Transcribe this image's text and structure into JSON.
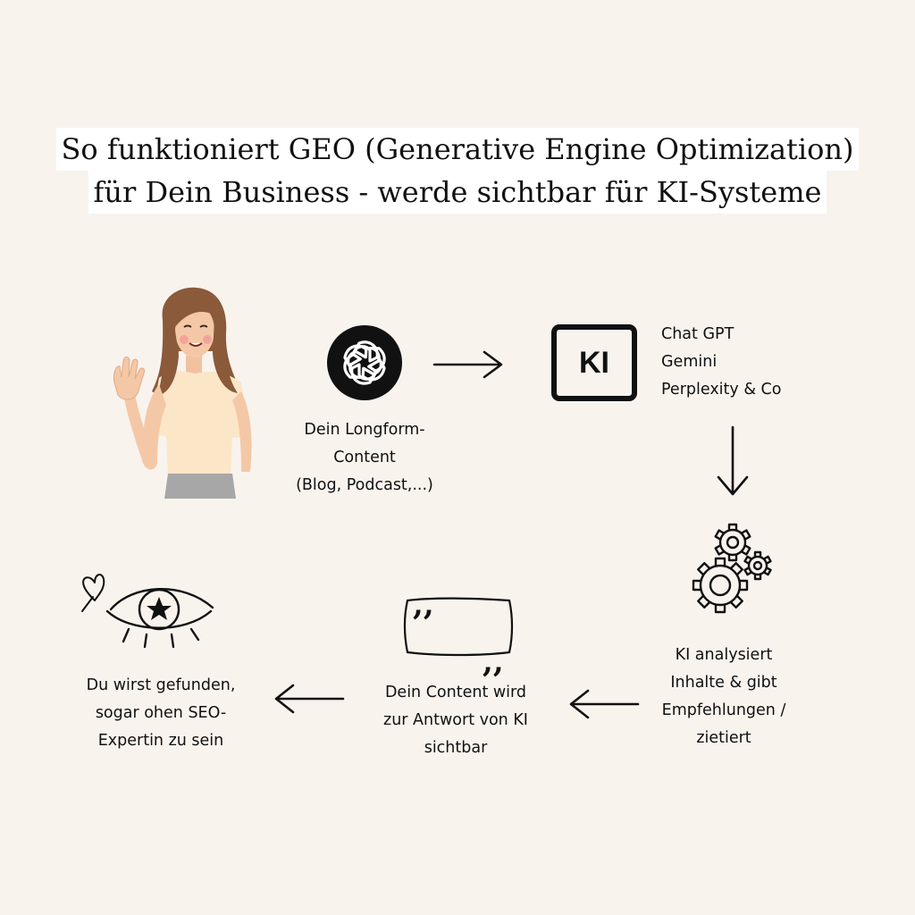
{
  "title": {
    "line1": "So funktioniert GEO (Generative Engine Optimization)",
    "line2": "für Dein Business - werde sichtbar für KI-Systeme"
  },
  "steps": {
    "content": {
      "label": "Dein Longform-\nContent\n(Blog, Podcast,...)"
    },
    "ki": {
      "badge": "KI",
      "list": "Chat GPT\nGemini\nPerplexity & Co"
    },
    "analyse": {
      "label": "KI analysiert\nInhalte & gibt\nEmpfehlungen /\nzietiert"
    },
    "answer": {
      "label": "Dein Content wird\nzur Antwort von KI\nsichtbar"
    },
    "found": {
      "label": "Du wirst gefunden,\nsogar ohen SEO-\nExpertin zu sein"
    }
  },
  "icons": {
    "person": "waving-woman-illustration",
    "content": "openai-logo-icon",
    "ki": "ki-badge-icon",
    "analyse": "gears-icon",
    "answer": "quote-bubble-icon",
    "found": "eye-star-icon"
  },
  "colors": {
    "background": "#f9f3ee",
    "ink": "#111111",
    "title_bg": "#ffffff"
  }
}
